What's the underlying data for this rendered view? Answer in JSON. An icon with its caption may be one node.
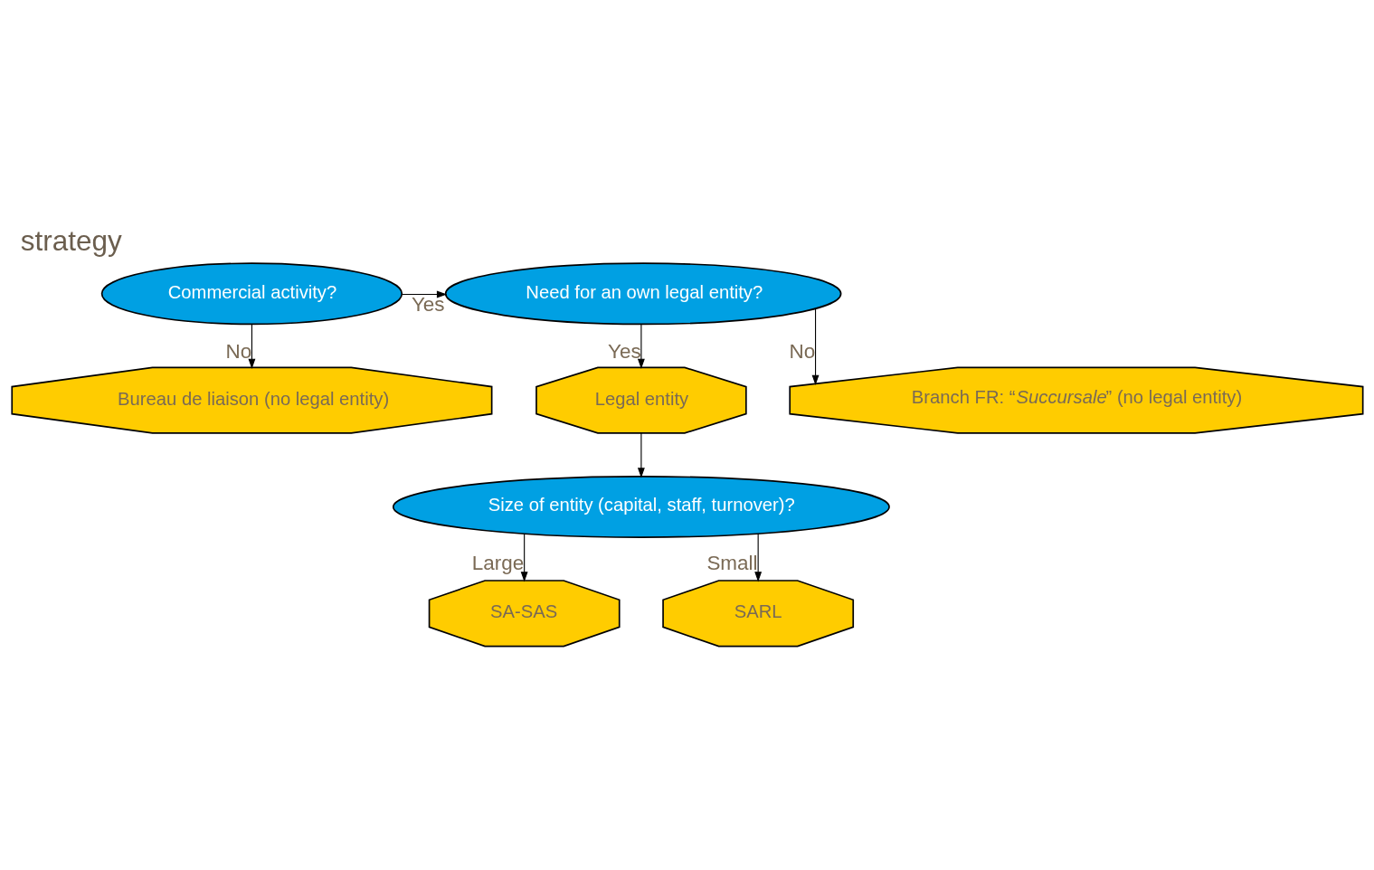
{
  "diagram": {
    "title": "strategy",
    "nodes": [
      {
        "text": [
          "Commercial activity?"
        ]
      },
      {
        "text": [
          "Bureau de liaison (no legal entity)"
        ]
      },
      {
        "text": [
          "Need for an own legal entity?"
        ]
      },
      {
        "text": [
          "Legal entity"
        ]
      },
      {
        "text": [
          "Branch FR: “*Succursale*” (no legal entity)"
        ]
      },
      {
        "text": [
          "Size of entity (capital, staff, turnover)?"
        ]
      },
      {
        "text": [
          "SA-SAS"
        ]
      },
      {
        "text": [
          "SARL"
        ]
      }
    ],
    "edges": [
      {
        "from": 0,
        "to": 1,
        "arrow": "to",
        "label": "No"
      },
      {
        "from": 0,
        "to": 2,
        "arrow": "to",
        "label": "Yes"
      },
      {
        "from": 2,
        "to": 3,
        "arrow": "to",
        "label": "Yes"
      },
      {
        "from": 2,
        "to": 4,
        "arrow": "to",
        "label": "No"
      },
      {
        "from": 3,
        "to": 5,
        "arrow": "to"
      },
      {
        "from": 5,
        "to": 6,
        "arrow": "to",
        "label": "Large"
      },
      {
        "from": 5,
        "to": 7,
        "arrow": "to",
        "label": "Small"
      }
    ]
  }
}
